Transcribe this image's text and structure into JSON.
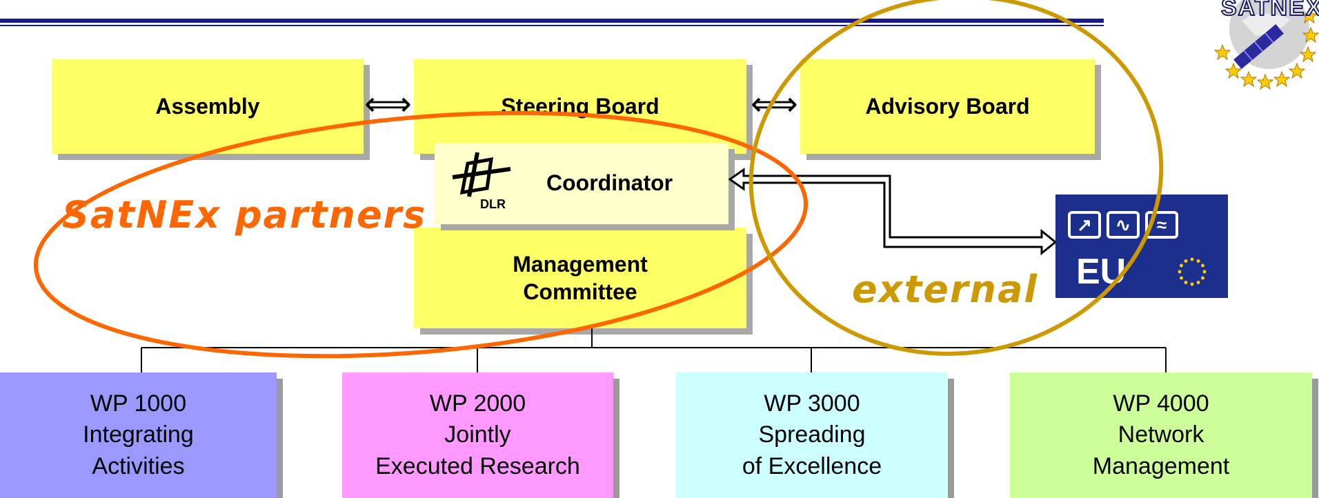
{
  "boxes": {
    "assembly": "Assembly",
    "steering_board": "Steering Board",
    "advisory_board": "Advisory Board",
    "coordinator": "Coordinator",
    "management_committee": [
      "Management",
      "Committee"
    ]
  },
  "logos": {
    "dlr": "DLR",
    "satnex": "SATNEX",
    "eu": "EU"
  },
  "groups": {
    "partners": "SatNEx partners",
    "external": "external"
  },
  "work_packages": [
    {
      "lines": [
        "WP 1000",
        "Integrating",
        "Activities"
      ],
      "color": "#9999ff"
    },
    {
      "lines": [
        "WP 2000",
        "Jointly",
        "Executed Research"
      ],
      "color": "#ff99ff"
    },
    {
      "lines": [
        "WP 3000",
        "Spreading",
        "of Excellence"
      ],
      "color": "#ccffff"
    },
    {
      "lines": [
        "WP 4000",
        "Network",
        "Management"
      ],
      "color": "#ccff99"
    }
  ],
  "colors": {
    "box_fill": "#ffff66",
    "partners_ellipse": "#ff6600",
    "external_ellipse": "#cc9900",
    "header_rule": "#1a1a8c",
    "eu_background": "#1c2f8c"
  }
}
